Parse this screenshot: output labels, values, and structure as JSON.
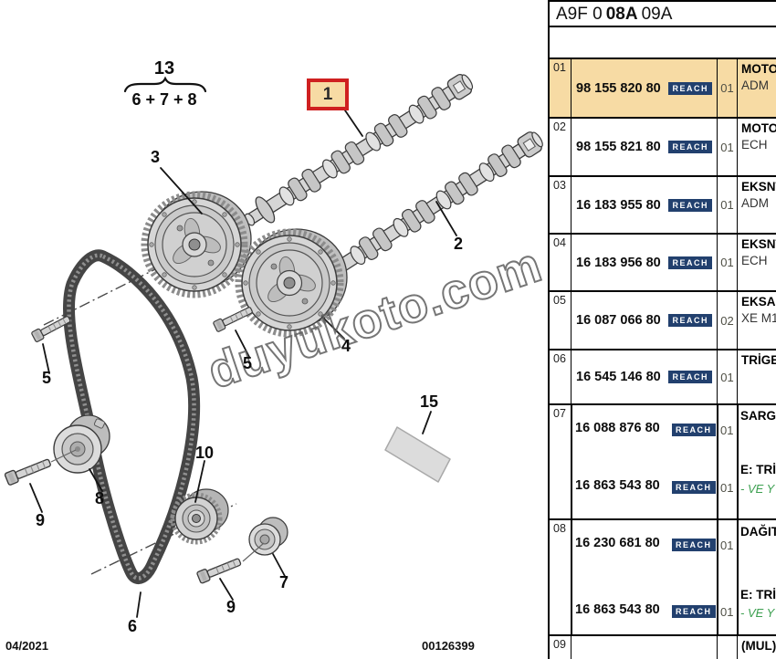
{
  "header": {
    "code_a": "A9F 0",
    "code_b": "08A",
    "code_c": "09A"
  },
  "labels": {
    "reach": "REACH"
  },
  "footer": {
    "date": "04/2021",
    "doc_number": "00126399"
  },
  "watermark": {
    "text": "duyukoto.com"
  },
  "colors": {
    "row_highlight": "#f7dba4",
    "reach_badge_bg": "#22406e",
    "reach_badge_text": "#ffffff",
    "callout_box_red": "#cf2020",
    "note_green": "#3da051",
    "table_border": "#000000"
  },
  "diagram": {
    "kit_label": {
      "total": "13",
      "parts": "6 + 7 + 8"
    },
    "callouts": {
      "c1": "1",
      "c2": "2",
      "c3": "3",
      "c4": "4",
      "c5a": "5",
      "c5b": "5",
      "c6": "6",
      "c7": "7",
      "c8": "8",
      "c9a": "9",
      "c9b": "9",
      "c10": "10",
      "c15": "15"
    }
  },
  "table": {
    "rows": [
      {
        "ref": "01",
        "number": "98 155 820 80",
        "qty": "01",
        "desc1": "MOTO",
        "desc2": "ADM",
        "highlight": true
      },
      {
        "ref": "02",
        "number": "98 155 821 80",
        "qty": "01",
        "desc1": "MOTO",
        "desc2": "ECH"
      },
      {
        "ref": "03",
        "number": "16 183 955 80",
        "qty": "01",
        "desc1": "EKSNT",
        "desc2": "ADM"
      },
      {
        "ref": "04",
        "number": "16 183 956 80",
        "qty": "01",
        "desc1": "EKSNT",
        "desc2": "ECH"
      },
      {
        "ref": "05",
        "number": "16 087 066 80",
        "qty": "02",
        "desc1": "EKSAN",
        "desc2": "XE M1"
      },
      {
        "ref": "06",
        "number": "16 545 146 80",
        "qty": "01",
        "desc1": "TRİGE",
        "desc2": ""
      },
      {
        "ref": "07",
        "number": "16 088 876 80",
        "qty": "01",
        "desc1": "SARGI",
        "number2": "16 863 543 80",
        "qty2": "01",
        "desc2_bold": "E: TRİ",
        "desc2_green": "- VE Y"
      },
      {
        "ref": "08",
        "number": "16 230 681 80",
        "qty": "01",
        "desc1": "DAĞIT",
        "number2": "16 863 543 80",
        "qty2": "01",
        "desc2_bold": "E: TRİ",
        "desc2_green": "- VE Y"
      },
      {
        "ref": "09",
        "desc1": "(MUL)"
      }
    ]
  }
}
